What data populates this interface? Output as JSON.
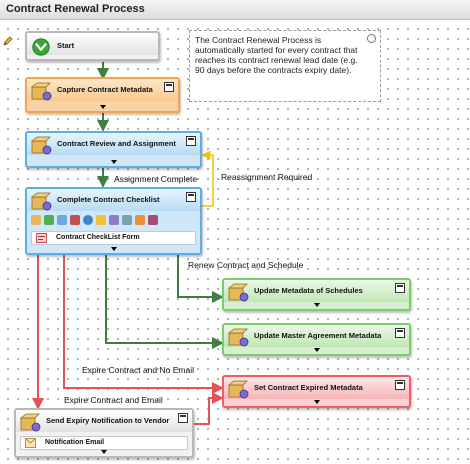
{
  "window": {
    "title": "Contract Renewal Process"
  },
  "note": {
    "text": "The Contract Renewal Process is automatically started for every contract that reaches its contract renewal lead date (e.g. 90 days before the contracts expiry date)."
  },
  "nodes": {
    "start": {
      "label": "Start",
      "color": "#b8b8b8"
    },
    "capture": {
      "label": "Capture Contract Metadata",
      "color": "#f4a34f"
    },
    "review": {
      "label": "Contract Review and Assignment",
      "color": "#5aafea"
    },
    "checklist": {
      "label": "Complete Contract Checklist",
      "color": "#5aafea",
      "form": "Contract CheckList Form"
    },
    "update_schedules": {
      "label": "Update Metadata of Schedules",
      "color": "#7ccb6e"
    },
    "update_master": {
      "label": "Update Master Agreement Metadata",
      "color": "#7ccb6e"
    },
    "expired": {
      "label": "Set Contract Expired Metadata",
      "color": "#f05d67"
    },
    "notify": {
      "label": "Send Expiry Notification to Vendor",
      "color": "#b8b8b8",
      "form": "Notification Email"
    }
  },
  "connectors": {
    "assignment_complete": "Assignment Complete",
    "reassignment_required": "Reassignment Required",
    "renew_contract": "Renew Contract and Schedule",
    "expire_no_email": "Expire Contract and No Email",
    "expire_email": "Expire Contract and Email"
  },
  "colors": {
    "flow_green": "#3f7f3f",
    "flow_red": "#e05555",
    "flow_yellow": "#f2c300"
  }
}
